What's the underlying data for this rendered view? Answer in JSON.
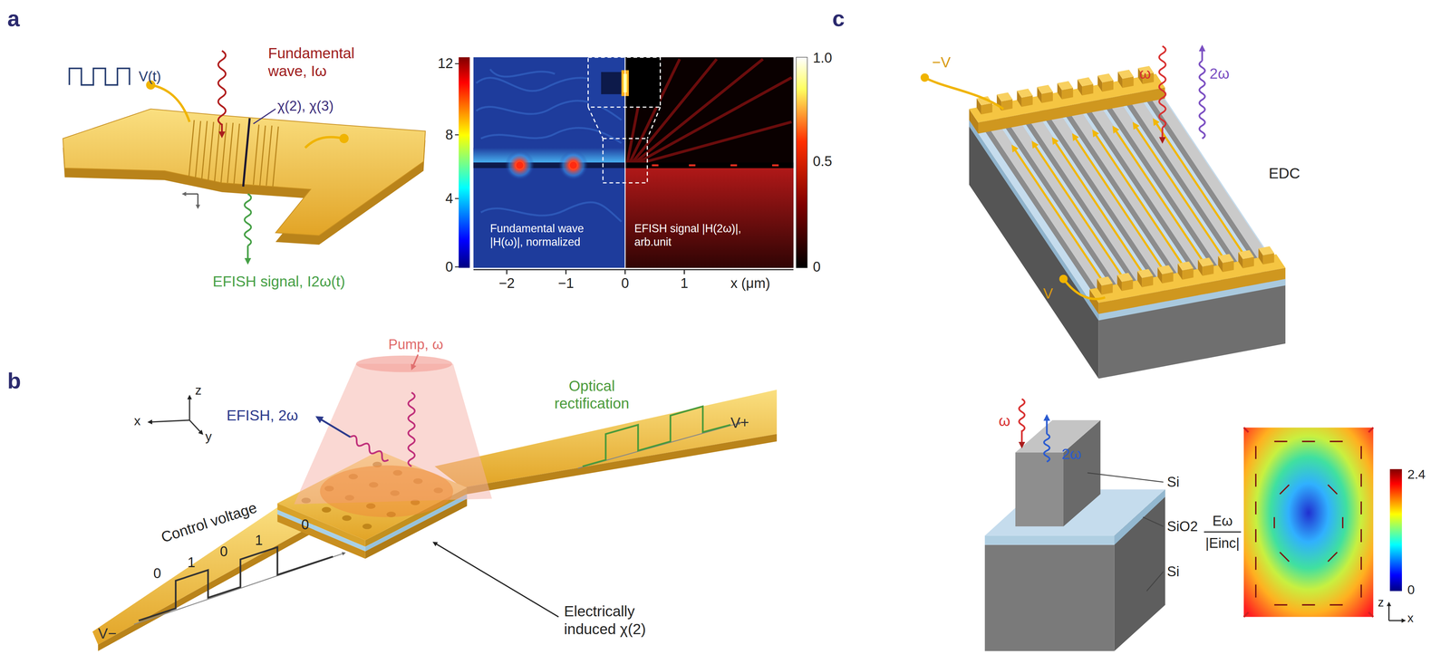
{
  "diagram": {
    "labels": [
      "a",
      "V(t)",
      "Fundamental wave, Iω",
      "χ(2), χ(3)",
      "EFISH signal, I2ω(t)",
      "12",
      "8",
      "4",
      "0",
      "1.0",
      "0.5",
      "0",
      "−2",
      "−1",
      "0",
      "1",
      "x (μm)",
      "Fundamental wave |H(ω)|, normalized",
      "EFISH signal |H(2ω)|, arb.unit",
      "b",
      "Pump, ω",
      "Optical rectification",
      "EFISH, 2ω",
      "x",
      "z",
      "y",
      "Control voltage",
      "0",
      "1",
      "0",
      "1",
      "0",
      "V−",
      "V+",
      "Electrically induced χ(2)",
      "c",
      "−V",
      "ω",
      "2ω",
      "EDC",
      "V",
      "ω",
      "2ω",
      "Si",
      "SiO2",
      "Si",
      "Eω",
      "|Einc|",
      "2.4",
      "0",
      "z",
      "x"
    ]
  }
}
